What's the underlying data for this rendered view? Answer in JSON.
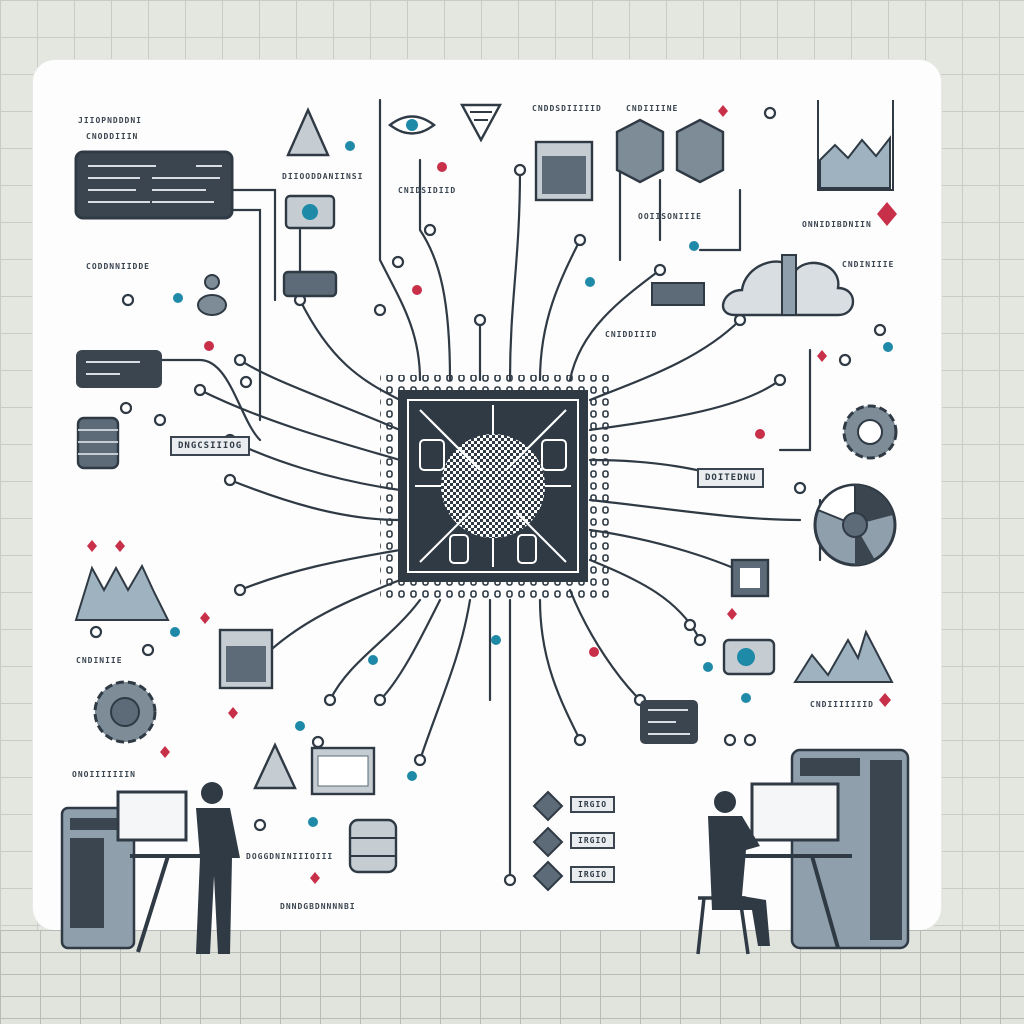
{
  "scene": {
    "title": "Circuit-board technology wall illustration",
    "background_color": "#e4e6e0",
    "board_color": "#fdfdfd",
    "line_color": "#2f3a45",
    "accent_red": "#c8304a",
    "accent_teal": "#1f8aa8"
  },
  "center_chip": {
    "label": "processor-chip"
  },
  "boxed_labels": [
    {
      "text": "DNGCSIIIOG"
    },
    {
      "text": "DOITEDNU"
    }
  ],
  "small_labels": [
    {
      "text": "JIIOPNDDDNI"
    },
    {
      "text": "CNODDIIIN"
    },
    {
      "text": "DIIOODDANIINSI"
    },
    {
      "text": "CODDNNIIDDE"
    },
    {
      "text": "CNDDSDIIIIID"
    },
    {
      "text": "CNDIIIINE"
    },
    {
      "text": "CNIDSIDIID"
    },
    {
      "text": "DNNDGBDNNNNBI"
    },
    {
      "text": "ONNIDIBDNIIN"
    },
    {
      "text": "CNDINIIIE"
    },
    {
      "text": "CNIDDIIID"
    },
    {
      "text": "OOIISONIIIE"
    },
    {
      "text": "DOGGDNINIIIOIII"
    },
    {
      "text": "CNDINIIE"
    },
    {
      "text": "CNDIIIIIIID"
    },
    {
      "text": "ONOIIIIIIIN"
    }
  ],
  "chip_rows": [
    {
      "text": "IRGIO"
    },
    {
      "text": "IRGIO"
    },
    {
      "text": "IRGIO"
    }
  ],
  "people": [
    {
      "pose": "standing",
      "activity": "using monitor at standing desk"
    },
    {
      "pose": "seated",
      "activity": "using monitor on stool"
    }
  ]
}
